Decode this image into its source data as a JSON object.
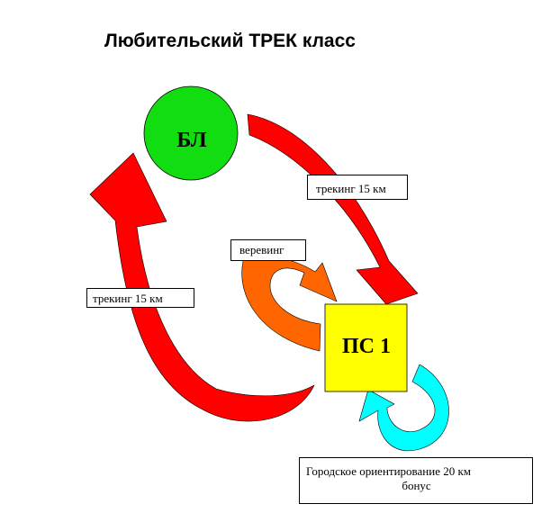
{
  "title": "Любительский ТРЕК класс",
  "nodes": {
    "base_camp": {
      "label": "БЛ",
      "color": "#11dd11"
    },
    "checkpoint": {
      "label": "ПС 1",
      "color": "#ffff00"
    }
  },
  "labels": {
    "trek_right": "трекинг 15 км",
    "rope": "веревинг",
    "trek_left": "трекинг 15 км",
    "orientation_line1": "Городское ориентирование  20 км",
    "orientation_line2": "бонус"
  },
  "colors": {
    "trek_arrow": "#ff0000",
    "rope_arrow": "#ff6600",
    "orientation_arrow": "#00ffff",
    "outline": "#000000"
  }
}
